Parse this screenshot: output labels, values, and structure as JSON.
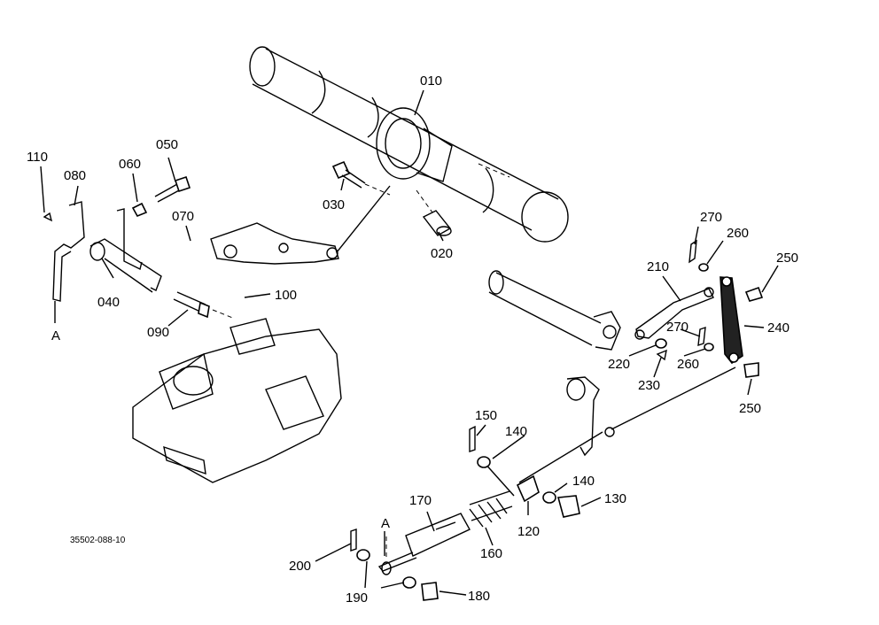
{
  "drawing_code": "35502-088-10",
  "view_marker": "A",
  "callouts": [
    {
      "id": "010",
      "label": "010"
    },
    {
      "id": "020",
      "label": "020"
    },
    {
      "id": "030",
      "label": "030"
    },
    {
      "id": "040",
      "label": "040"
    },
    {
      "id": "050",
      "label": "050"
    },
    {
      "id": "060",
      "label": "060"
    },
    {
      "id": "070",
      "label": "070"
    },
    {
      "id": "080",
      "label": "080"
    },
    {
      "id": "090",
      "label": "090"
    },
    {
      "id": "100",
      "label": "100"
    },
    {
      "id": "110",
      "label": "110"
    },
    {
      "id": "120",
      "label": "120"
    },
    {
      "id": "130",
      "label": "130"
    },
    {
      "id": "140a",
      "label": "140"
    },
    {
      "id": "140b",
      "label": "140"
    },
    {
      "id": "150",
      "label": "150"
    },
    {
      "id": "160",
      "label": "160"
    },
    {
      "id": "170",
      "label": "170"
    },
    {
      "id": "180",
      "label": "180"
    },
    {
      "id": "190",
      "label": "190"
    },
    {
      "id": "200",
      "label": "200"
    },
    {
      "id": "210",
      "label": "210"
    },
    {
      "id": "220",
      "label": "220"
    },
    {
      "id": "230",
      "label": "230"
    },
    {
      "id": "240",
      "label": "240"
    },
    {
      "id": "250a",
      "label": "250"
    },
    {
      "id": "250b",
      "label": "250"
    },
    {
      "id": "260a",
      "label": "260"
    },
    {
      "id": "260b",
      "label": "260"
    },
    {
      "id": "270a",
      "label": "270"
    },
    {
      "id": "270b",
      "label": "270"
    }
  ]
}
